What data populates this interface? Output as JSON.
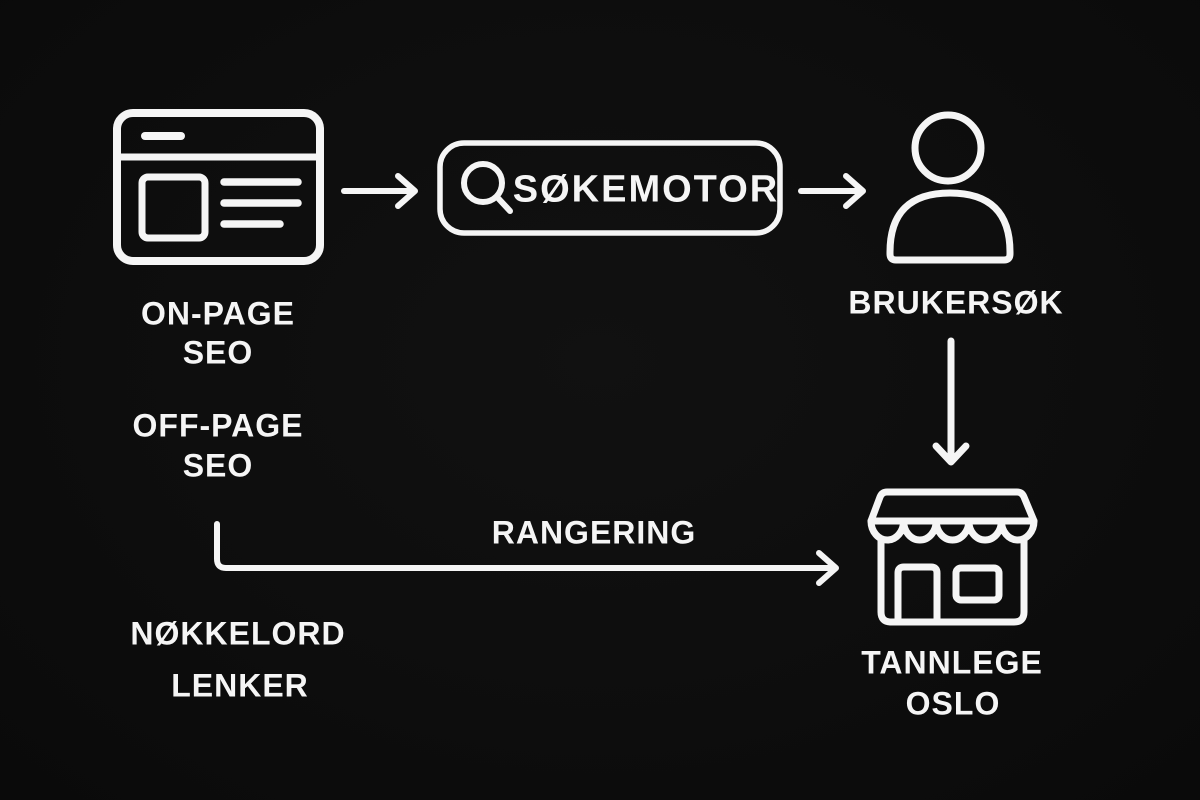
{
  "theme": {
    "background": "#0d0d0d",
    "ink": "#f5f5f5"
  },
  "nodes": {
    "webpage": {
      "icon": "browser-window-icon"
    },
    "search_engine": {
      "icon": "magnifier-icon",
      "label": "SØKEMOTOR"
    },
    "user": {
      "icon": "person-icon",
      "label": "BRUKERSØK"
    },
    "business": {
      "icon": "storefront-icon",
      "label_line1": "TANNLEGE",
      "label_line2": "OSLO"
    }
  },
  "annotations": {
    "on_page_line1": "ON-PAGE",
    "on_page_line2": "SEO",
    "off_page_line1": "OFF-PAGE",
    "off_page_line2": "SEO",
    "keywords": "NØKKELORD",
    "links": "LENKER",
    "ranking": "RANGERING"
  },
  "edges": {
    "webpage_to_search_engine": "arrow-right",
    "search_engine_to_user": "arrow-right",
    "user_to_business": "arrow-down",
    "seo_to_business": "elbow-arrow-right"
  }
}
